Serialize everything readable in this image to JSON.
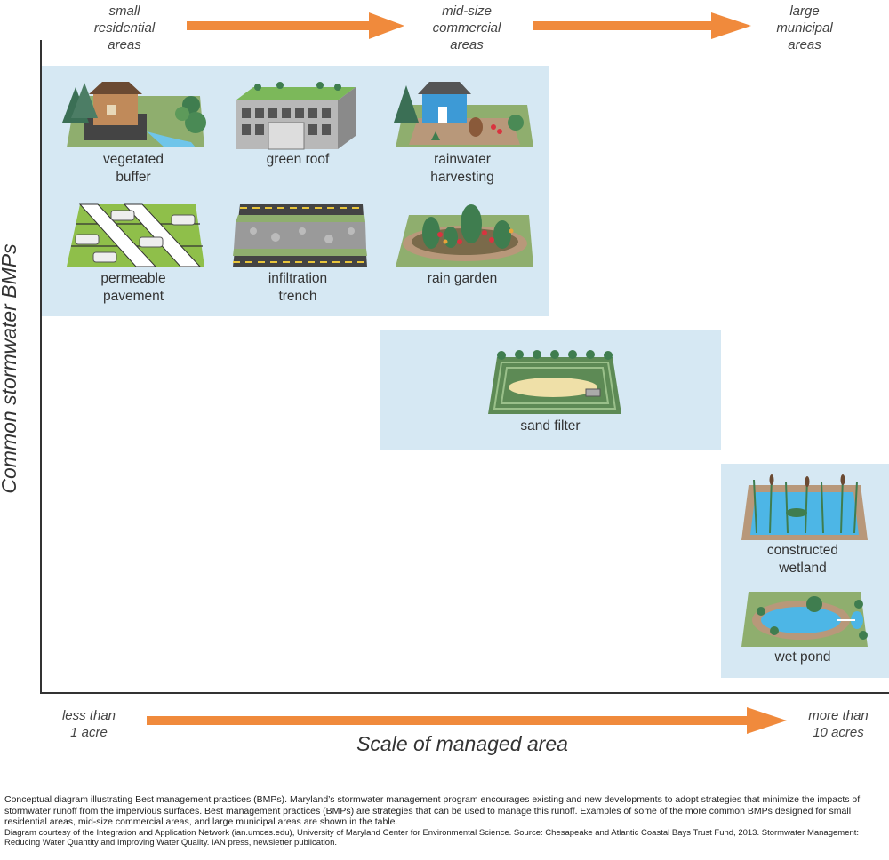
{
  "scale_header": {
    "small": "small\nresidential\nareas",
    "mid": "mid-size\ncommercial\nareas",
    "large": "large\nmunicipal\nareas"
  },
  "axis": {
    "y_label": "Common stormwater BMPs",
    "x_label": "Scale of managed area",
    "x_min_label": "less than\n1 acre",
    "x_max_label": "more than\n10 acres"
  },
  "groups": {
    "small": {
      "items": [
        {
          "label": "vegetated\nbuffer",
          "icon": "vegetated-buffer-icon"
        },
        {
          "label": "green roof",
          "icon": "green-roof-icon"
        },
        {
          "label": "rainwater\nharvesting",
          "icon": "rainwater-harvesting-icon"
        },
        {
          "label": "permeable\npavement",
          "icon": "permeable-pavement-icon"
        },
        {
          "label": "infiltration\ntrench",
          "icon": "infiltration-trench-icon"
        },
        {
          "label": "rain garden",
          "icon": "rain-garden-icon"
        }
      ]
    },
    "mid": {
      "items": [
        {
          "label": "sand filter",
          "icon": "sand-filter-icon"
        }
      ]
    },
    "large": {
      "items": [
        {
          "label": "constructed\nwetland",
          "icon": "constructed-wetland-icon"
        },
        {
          "label": "wet pond",
          "icon": "wet-pond-icon"
        }
      ]
    }
  },
  "colors": {
    "arrow": "#f08a3c",
    "panel": "#d6e8f3",
    "grass": "#8fae6e",
    "tree": "#3f7d4f",
    "water": "#4db6e6"
  },
  "caption": {
    "main": "Conceptual diagram illustrating Best management practices (BMPs). Maryland’s stormwater management program encourages existing and new developments to adopt strategies that minimize the impacts of stormwater runoff from the impervious surfaces. Best management practices (BMPs) are strategies that can be used to manage this runoff. Examples of some of the more common BMPs designed for small residential areas, mid-size commercial areas, and large municipal areas are shown in the table.",
    "credit": "Diagram courtesy of the Integration and Application Network (ian.umces.edu), University of Maryland Center for Environmental Science. Source: Chesapeake and Atlantic Coastal Bays Trust Fund, 2013. Stormwater Management: Reducing Water Quantity and Improving Water Quality. IAN press, newsletter publication."
  }
}
